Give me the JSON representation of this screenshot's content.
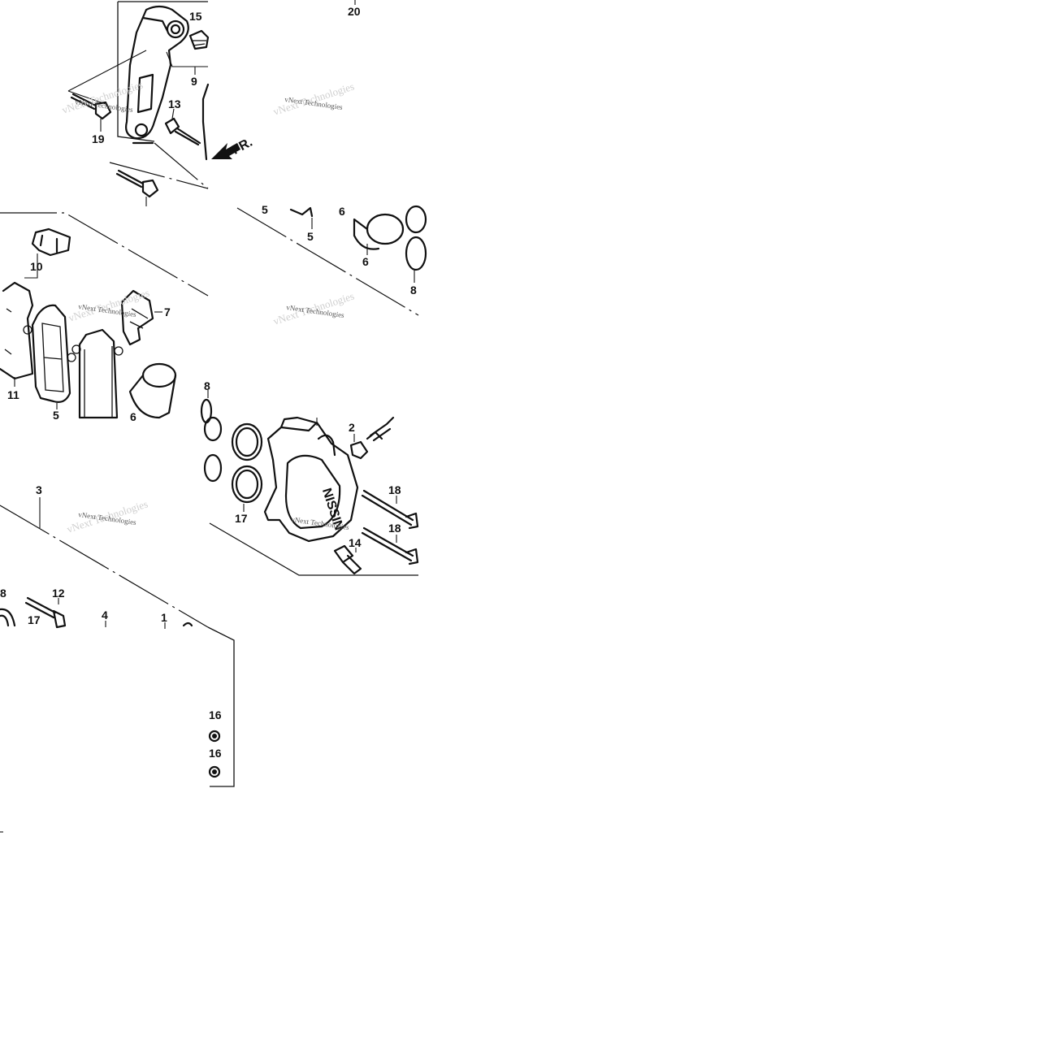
{
  "diagram": {
    "part_labels": [
      {
        "id": "20",
        "text": "20"
      },
      {
        "id": "15",
        "text": "15"
      },
      {
        "id": "9",
        "text": "9"
      },
      {
        "id": "13",
        "text": "13"
      },
      {
        "id": "19",
        "text": "19"
      },
      {
        "id": "5a",
        "text": "5"
      },
      {
        "id": "5b",
        "text": "5"
      },
      {
        "id": "6a",
        "text": "6"
      },
      {
        "id": "6b",
        "text": "6"
      },
      {
        "id": "8a",
        "text": "8"
      },
      {
        "id": "10",
        "text": "10"
      },
      {
        "id": "7",
        "text": "7"
      },
      {
        "id": "11",
        "text": "11"
      },
      {
        "id": "5c",
        "text": "5"
      },
      {
        "id": "6c",
        "text": "6"
      },
      {
        "id": "8b",
        "text": "8"
      },
      {
        "id": "2",
        "text": "2"
      },
      {
        "id": "18a",
        "text": "18"
      },
      {
        "id": "18b",
        "text": "18"
      },
      {
        "id": "17a",
        "text": "17"
      },
      {
        "id": "14",
        "text": "14"
      },
      {
        "id": "3",
        "text": "3"
      },
      {
        "id": "8c",
        "text": "8"
      },
      {
        "id": "12",
        "text": "12"
      },
      {
        "id": "17b",
        "text": "17"
      },
      {
        "id": "4",
        "text": "4"
      },
      {
        "id": "1",
        "text": "1"
      },
      {
        "id": "16a",
        "text": "16"
      },
      {
        "id": "16b",
        "text": "16"
      }
    ],
    "front_marker": "FR.",
    "watermark": "vNext Technologies",
    "caliper_stamp": "NISSIN"
  }
}
